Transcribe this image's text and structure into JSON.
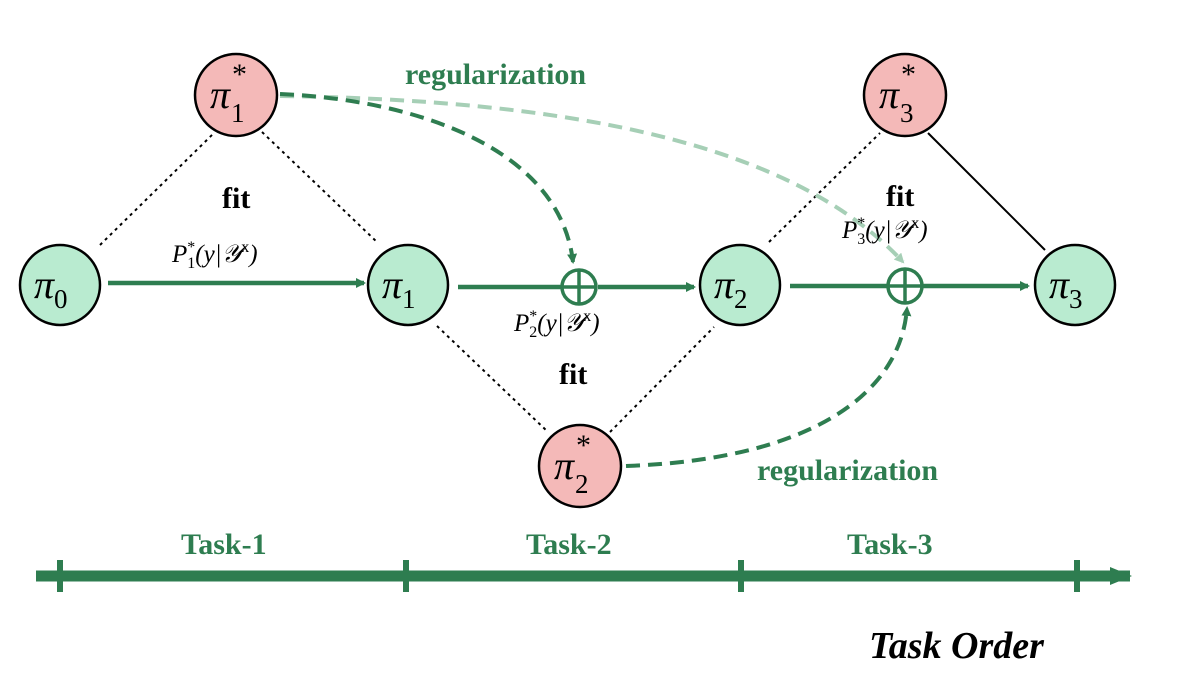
{
  "colors": {
    "accent_green": "#2e7d50",
    "light_green_dash": "#a6cfb6",
    "node_green_fill": "#b9ebd0",
    "node_red_fill": "#f4b9b8"
  },
  "nodes": {
    "pi0": {
      "symbol": "π",
      "sub": "0",
      "sup": ""
    },
    "pi1": {
      "symbol": "π",
      "sub": "1",
      "sup": ""
    },
    "pi2": {
      "symbol": "π",
      "sub": "2",
      "sup": ""
    },
    "pi3": {
      "symbol": "π",
      "sub": "3",
      "sup": ""
    },
    "pi1_star": {
      "symbol": "π",
      "sub": "1",
      "sup": "*"
    },
    "pi2_star": {
      "symbol": "π",
      "sub": "2",
      "sup": "*"
    },
    "pi3_star": {
      "symbol": "π",
      "sub": "3",
      "sup": "*"
    }
  },
  "labels": {
    "fit": "fit",
    "regularization": "regularization"
  },
  "formulas": {
    "p1": {
      "main": "P",
      "sub": "1",
      "sup": "*",
      "rest": "(y|𝒴",
      "rest_sup": "x",
      "close": ")"
    },
    "p2": {
      "main": "P",
      "sub": "2",
      "sup": "*",
      "rest": "(y|𝒴",
      "rest_sup": "x",
      "close": ")"
    },
    "p3": {
      "main": "P",
      "sub": "3",
      "sup": "*",
      "rest": "(y|𝒴",
      "rest_sup": "x",
      "close": ")"
    }
  },
  "timeline": {
    "tasks": [
      "Task-1",
      "Task-2",
      "Task-3"
    ],
    "axis_label": "Task Order"
  }
}
